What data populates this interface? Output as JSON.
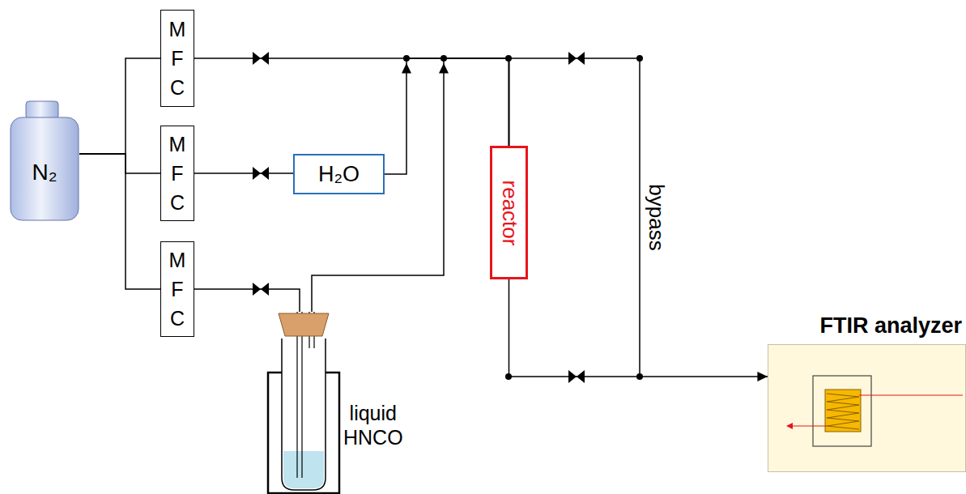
{
  "diagram": {
    "nodes": [
      {
        "text": [
          "N₂"
        ]
      },
      {
        "text": [
          "M F C"
        ]
      },
      {
        "text": [
          "M F C"
        ]
      },
      {
        "text": [
          "M F C"
        ]
      },
      {
        "text": [
          "H₂O"
        ]
      },
      {
        "text": [
          "liquid HNCO"
        ]
      },
      {
        "text": [
          "reactor"
        ]
      },
      {
        "text": [
          "FTIR analyzer"
        ]
      }
    ],
    "edges": [
      {
        "from": 0,
        "to": 1,
        "arrow": "none"
      },
      {
        "from": 0,
        "to": 2,
        "arrow": "none"
      },
      {
        "from": 0,
        "to": 3,
        "arrow": "none"
      },
      {
        "from": 1,
        "to": 6,
        "arrow": "none"
      },
      {
        "from": 2,
        "to": 4,
        "arrow": "none"
      },
      {
        "from": 4,
        "to": 6,
        "arrow": "to"
      },
      {
        "from": 3,
        "to": 5,
        "arrow": "none"
      },
      {
        "from": 5,
        "to": 6,
        "arrow": "to"
      },
      {
        "from": 6,
        "to": 7,
        "arrow": "to"
      }
    ],
    "labels": [
      "bypass"
    ]
  }
}
